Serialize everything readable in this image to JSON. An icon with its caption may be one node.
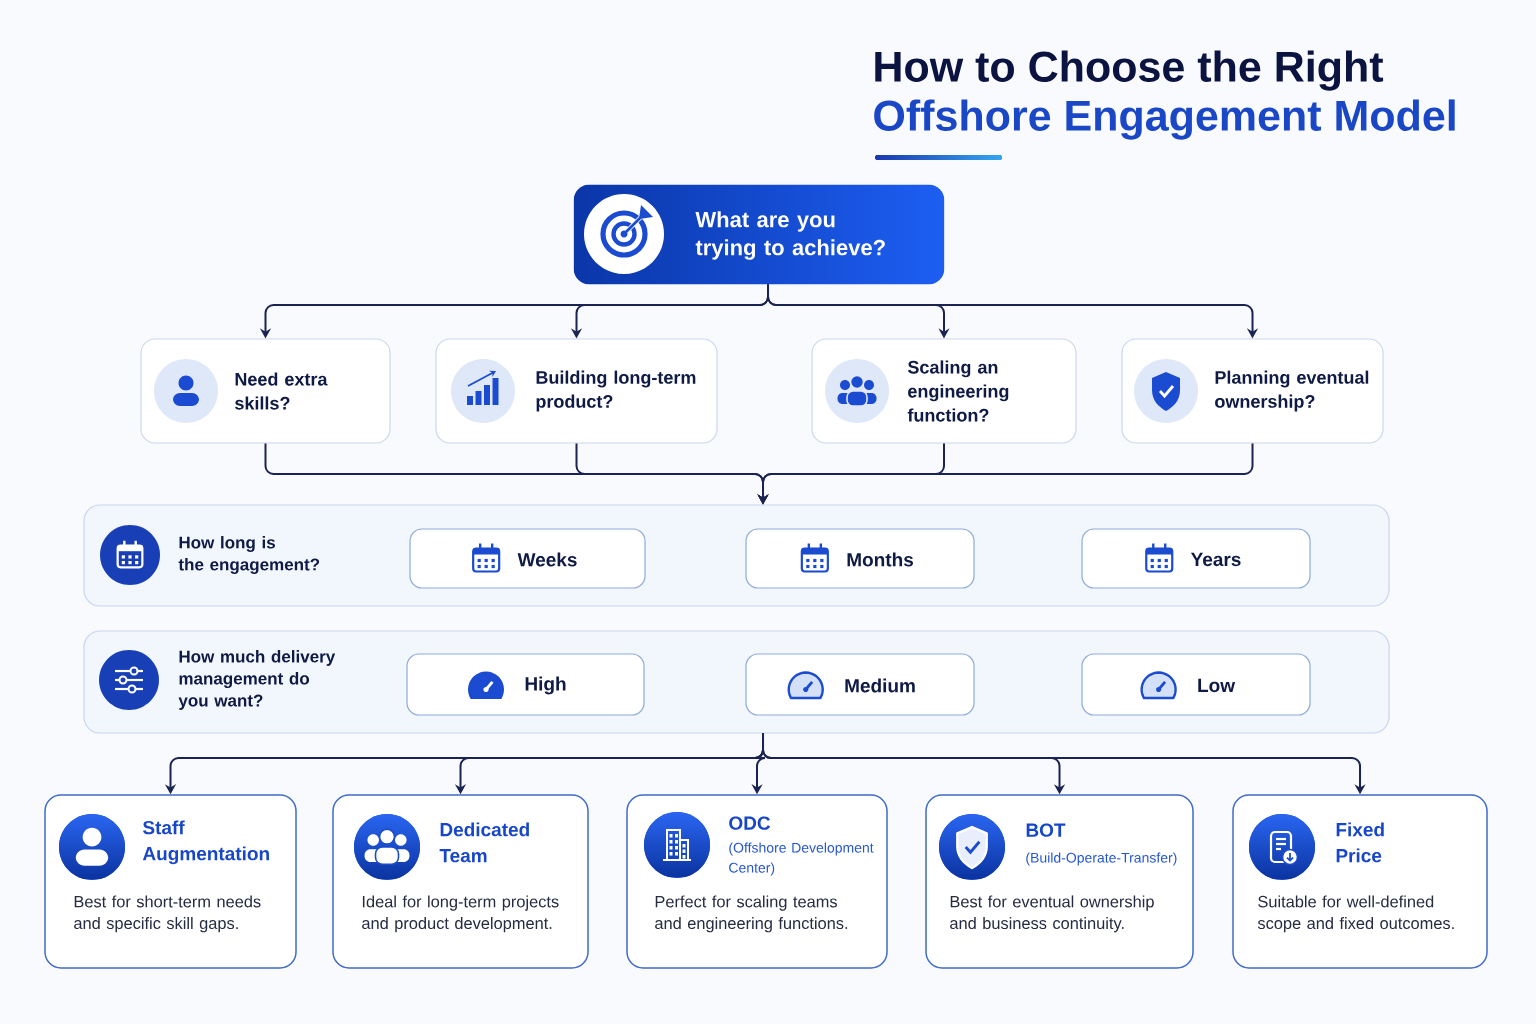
{
  "diagram": {
    "title": "How to Choose the Right Offshore Engagement Model",
    "nodes": [
      {
        "text": [
          "What are you trying to achieve?"
        ]
      },
      {
        "text": [
          "Need extra skills?"
        ]
      },
      {
        "text": [
          "Building long-term product?"
        ]
      },
      {
        "text": [
          "Scaling an engineering function?"
        ]
      },
      {
        "text": [
          "Planning eventual ownership?"
        ]
      },
      {
        "text": [
          "How long is the engagement?"
        ]
      },
      {
        "text": [
          "Weeks"
        ],
        "in": 5
      },
      {
        "text": [
          "Months"
        ],
        "in": 5
      },
      {
        "text": [
          "Years"
        ],
        "in": 5
      },
      {
        "text": [
          "How much delivery management do you want?"
        ]
      },
      {
        "text": [
          "High"
        ],
        "in": 9
      },
      {
        "text": [
          "Medium"
        ],
        "in": 9
      },
      {
        "text": [
          "Low"
        ],
        "in": 9
      },
      {
        "text": [
          "Staff Augmentation",
          "Best for short-term needs and specific skill gaps."
        ]
      },
      {
        "text": [
          "Dedicated Team",
          "Ideal for long-term projects and product development."
        ]
      },
      {
        "text": [
          "ODC",
          "(Offshore Development Center)",
          "Perfect for scaling teams and engineering functions."
        ]
      },
      {
        "text": [
          "BOT",
          "(Build-Operate-Transfer)",
          "Best for eventual ownership and business continuity."
        ]
      },
      {
        "text": [
          "Fixed Price",
          "Suitable for well-defined scope and fixed outcomes."
        ]
      }
    ],
    "edges": [
      {
        "from": 0,
        "to": 1,
        "arrow": "to"
      },
      {
        "from": 0,
        "to": 2,
        "arrow": "to"
      },
      {
        "from": 0,
        "to": 3,
        "arrow": "to"
      },
      {
        "from": 0,
        "to": 4,
        "arrow": "to"
      },
      {
        "from": 1,
        "to": 5,
        "arrow": "to"
      },
      {
        "from": 2,
        "to": 5,
        "arrow": "to"
      },
      {
        "from": 3,
        "to": 5,
        "arrow": "to"
      },
      {
        "from": 4,
        "to": 5,
        "arrow": "to"
      },
      {
        "from": 9,
        "to": 13,
        "arrow": "to"
      },
      {
        "from": 9,
        "to": 14,
        "arrow": "to"
      },
      {
        "from": 9,
        "to": 15,
        "arrow": "to"
      },
      {
        "from": 9,
        "to": 16,
        "arrow": "to"
      },
      {
        "from": 9,
        "to": 17,
        "arrow": "to"
      }
    ]
  }
}
